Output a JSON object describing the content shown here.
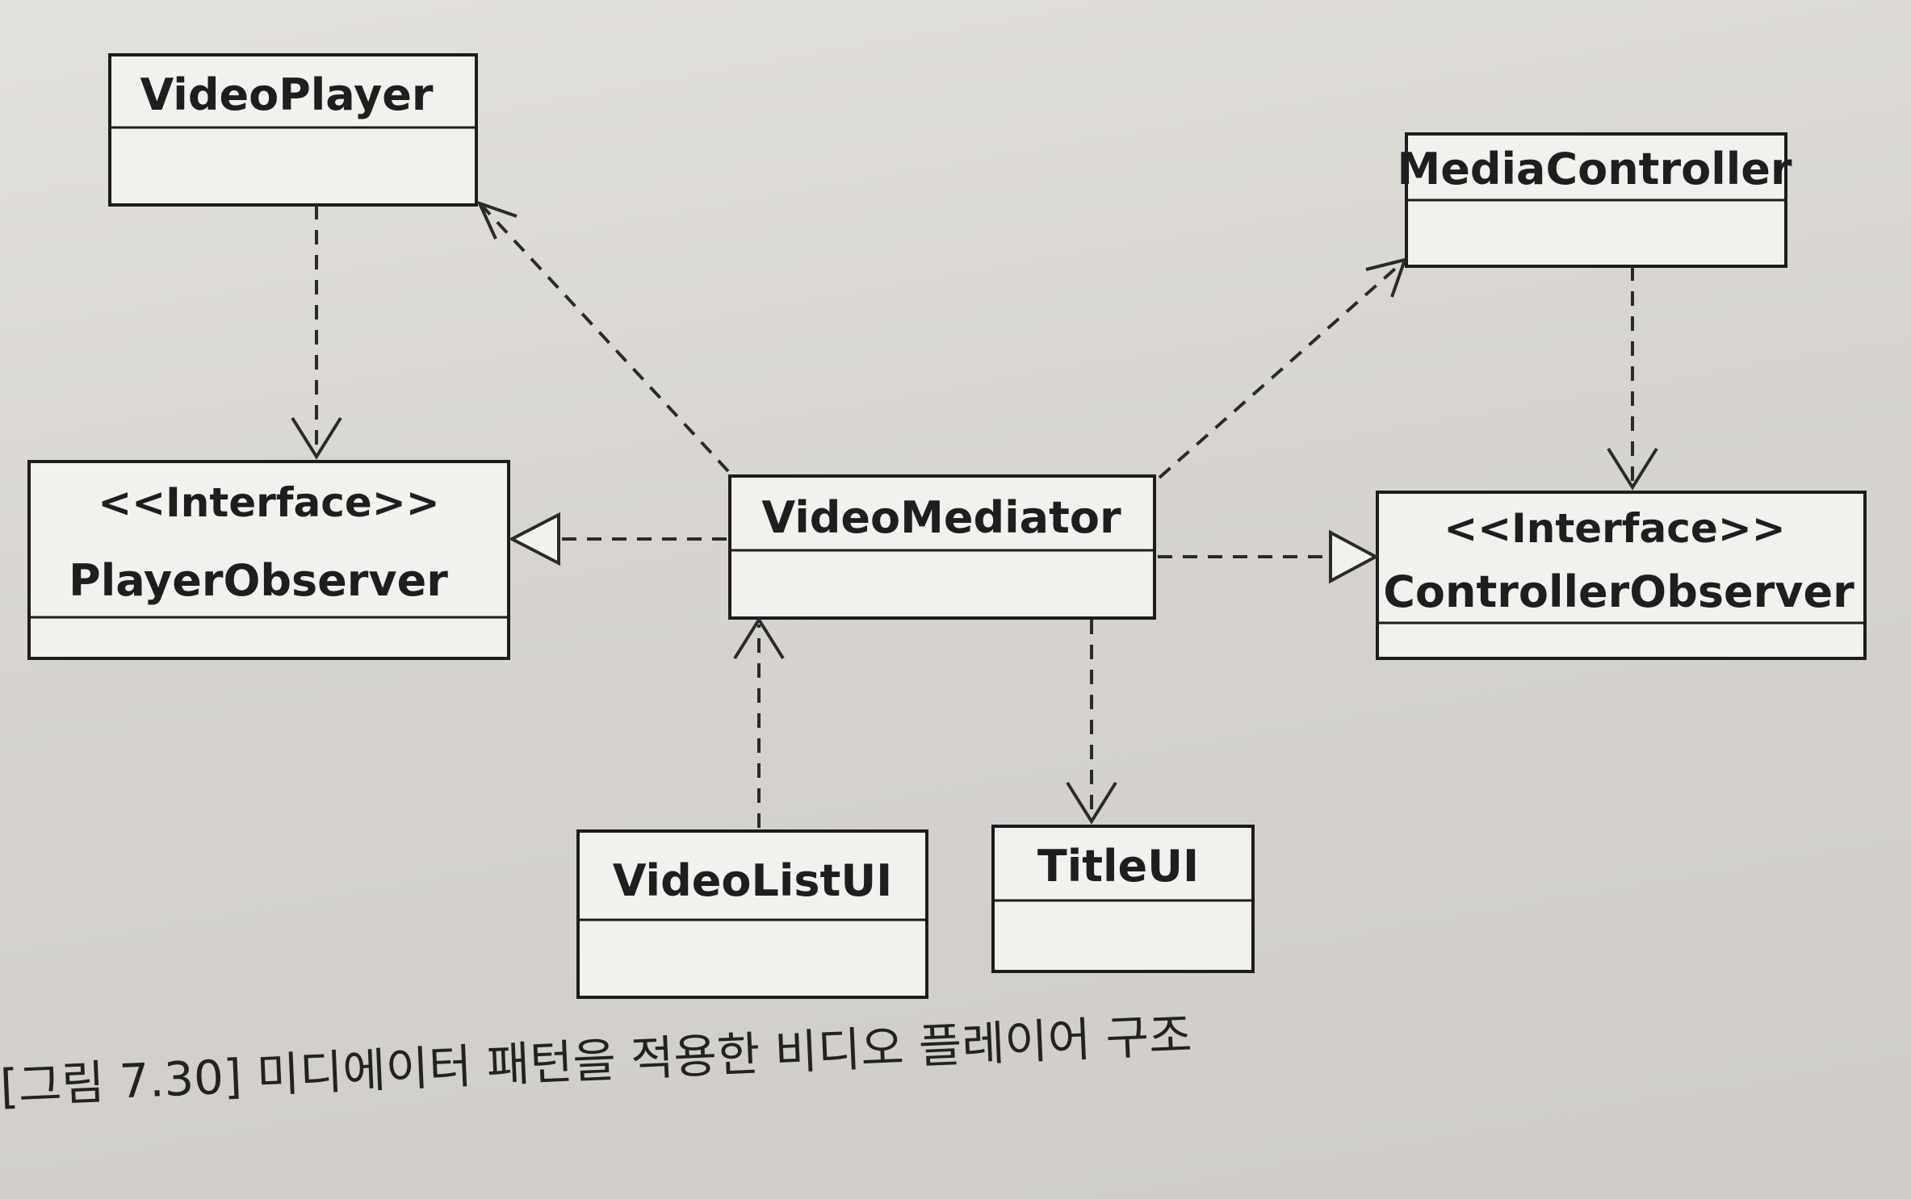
{
  "classes": {
    "video_player": {
      "name": "VideoPlayer"
    },
    "player_observer": {
      "stereotype": "<<Interface>>",
      "name": "PlayerObserver"
    },
    "media_controller": {
      "name": "MediaController"
    },
    "controller_observer": {
      "stereotype": "<<Interface>>",
      "name": "ControllerObserver"
    },
    "video_mediator": {
      "name": "VideoMediator"
    },
    "video_list_ui": {
      "name": "VideoListUI"
    },
    "title_ui": {
      "name": "TitleUI"
    }
  },
  "caption": "[그림 7.30] 미디에이터 패턴을 적용한 비디오 플레이어 구조"
}
